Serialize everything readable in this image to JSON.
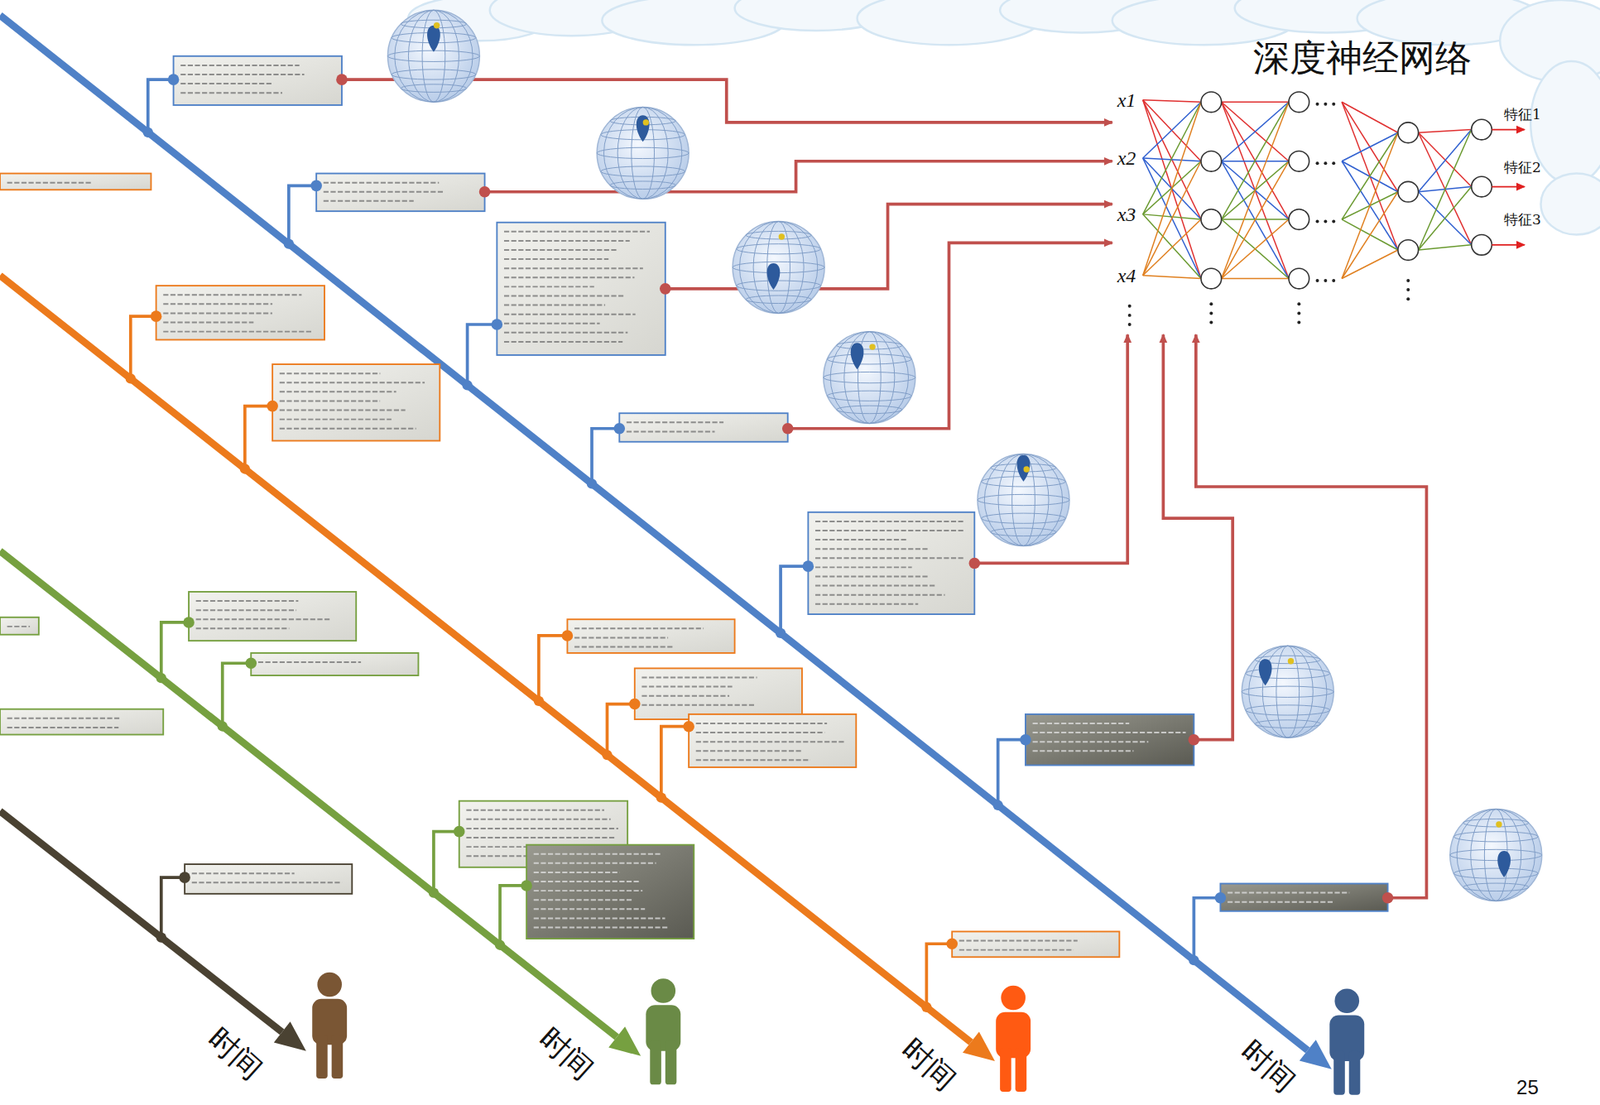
{
  "diagram": {
    "title": "深度神经网络",
    "labels": [
      "x1",
      "x2",
      "x3",
      "x4",
      "特征1",
      "特征2",
      "特征3",
      "时间",
      "时间",
      "时间",
      "时间",
      "25"
    ]
  }
}
